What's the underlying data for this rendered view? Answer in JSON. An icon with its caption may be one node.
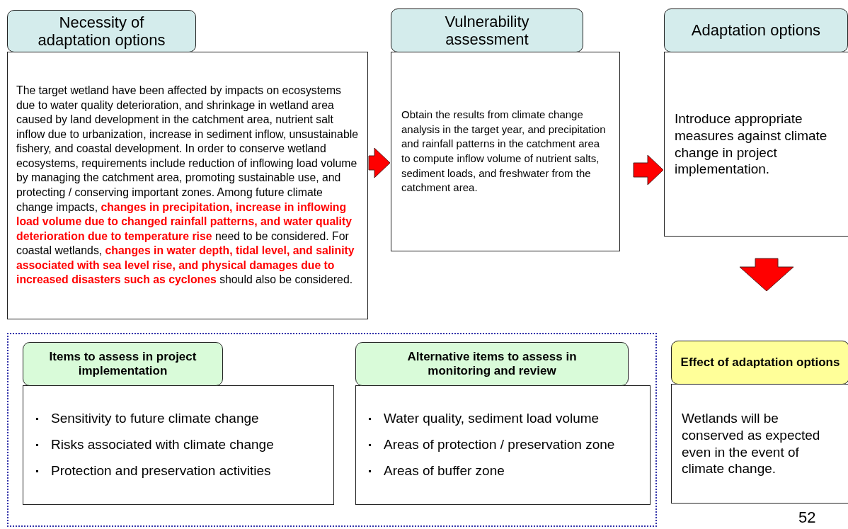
{
  "diagram": {
    "nodes": [
      {
        "text": [
          "Necessity of adaptation options",
          "The target wetland have been affected by impacts on ecosystems due to water quality deterioration, and shrinkage in wetland area caused by land development in the catchment area, nutrient salt inflow due to urbanization, increase in sediment inflow,  unsustainable fishery, and coastal development. In order to conserve wetland ecosystems, requirements include reduction of inflowing load volume by managing the catchment area, promoting sustainable use, and protecting / conserving important zones.  Among future climate change impacts, **changes in precipitation, increase in inflowing load volume due to changed rainfall patterns, and water quality deterioration due to temperature rise** need to be considered. For coastal wetlands, **changes in water depth, tidal level, and salinity associated with sea level rise, and physical damages due to increased disasters such as cyclones** should also be considered."
        ]
      },
      {
        "text": [
          "Vulnerability assessment",
          "Obtain the results from climate change analysis in the target year, and precipitation and rainfall patterns in the catchment area to compute inflow volume of nutrient salts, sediment loads, and freshwater from the catchment area."
        ]
      },
      {
        "text": [
          "Adaptation options",
          "Introduce appropriate measures against climate change in project implementation."
        ]
      },
      {
        "text": [],
        "shape": "box"
      },
      {
        "text": [
          "Items to assess in project implementation",
          "Sensitivity to future climate change",
          "Risks associated with climate change",
          "Protection and preservation activities"
        ],
        "in": 3
      },
      {
        "text": [
          "Alternative items to assess in monitoring and review",
          "Water quality, sediment load volume",
          "Areas of protection / preservation zone",
          "Areas of buffer zone"
        ],
        "in": 3
      },
      {
        "text": [
          "Effect of adaptation options",
          "Wetlands will be conserved as expected even in the event of climate change."
        ]
      }
    ],
    "edges": [
      {
        "from": 0,
        "to": 1,
        "arrow": "to"
      },
      {
        "from": 1,
        "to": 2,
        "arrow": "to"
      },
      {
        "from": 2,
        "to": 6,
        "arrow": "to"
      }
    ],
    "labels": [
      "52"
    ]
  }
}
